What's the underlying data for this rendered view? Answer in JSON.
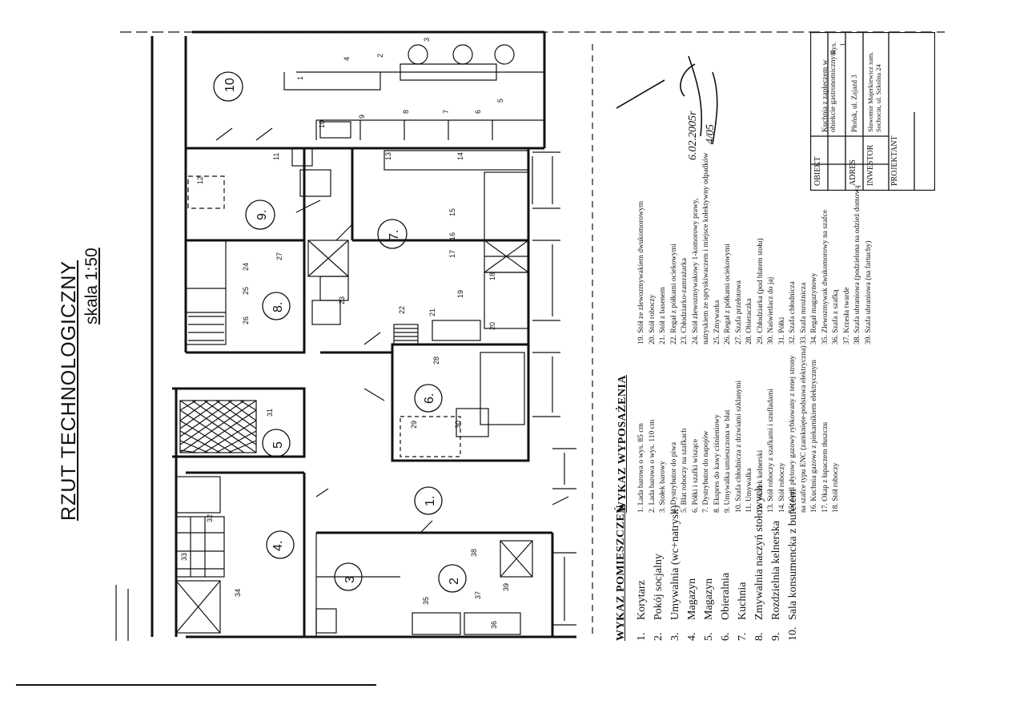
{
  "drawing": {
    "title": "RZUT TECHNOLOGICZNY",
    "scale": "skala 1:50",
    "equipment_marks": [
      "1",
      "2",
      "3",
      "4",
      "5",
      "6",
      "7",
      "8",
      "9",
      "10",
      "11",
      "12",
      "13",
      "14",
      "15",
      "16",
      "17",
      "18",
      "19",
      "20",
      "21",
      "22",
      "23",
      "24",
      "25",
      "26",
      "27",
      "28",
      "29",
      "30",
      "31",
      "32",
      "33",
      "34",
      "35",
      "36",
      "37",
      "38",
      "39"
    ],
    "room_marks": [
      "1.",
      "2",
      "3",
      "4.",
      "5",
      "6.",
      "7.",
      "8.",
      "9.",
      "10"
    ]
  },
  "rooms": {
    "heading": "WYKAZ POMIESZCZEŃ",
    "items": [
      {
        "no": "1.",
        "name": "Korytarz"
      },
      {
        "no": "2.",
        "name": "Pokój socjalny"
      },
      {
        "no": "3.",
        "name": "Umywalnia (wc+natrysk)"
      },
      {
        "no": "4.",
        "name": "Magazyn"
      },
      {
        "no": "5.",
        "name": "Magazyn"
      },
      {
        "no": "6.",
        "name": "Obieralnia"
      },
      {
        "no": "7.",
        "name": "Kuchnia"
      },
      {
        "no": "8.",
        "name": "Zmywalnia naczyń stołowych"
      },
      {
        "no": "9.",
        "name": "Rozdzielnia kelnerska"
      },
      {
        "no": "10.",
        "name": "Sala konsumencka z bufetem"
      }
    ]
  },
  "equipment": {
    "heading": "WYKAZ WYPOSAŻENIA",
    "col1": [
      "1.  Lada barowa o wys. 85 cm",
      "2.  Lada barowa o wys. 110 cm",
      "3.  Stołek barowy",
      "4.  Dystrybutor do piwa",
      "5.  Blat roboczy na szafkach",
      "6.  Półki i szafki wiszące",
      "7.  Dystrybutor do napojów",
      "8.  Ekspres do kawy ciśnieniowy",
      "9.  Umywalka umieszczona w blat",
      "10.  Szafa chłodnicza z drzwiami szklanymi",
      "11.  Umywalka",
      "12.  Wózek kelnerski",
      "13.  Stół roboczy z szafkami i szufladami",
      "14.  Stół roboczy",
      "15.  Grill płytowy gazowy rybkowany z tenej strony",
      "      na szafce typu ENC (zamknięte-podstawa elektryczna)",
      "16.  Kuchnia gazowa z piekarnikiem elektrycznym",
      "17.  Okap z łapaczem tłuszczu",
      "18.  Stół roboczy"
    ],
    "col2": [
      "19.  Stół ze zlewozmywakiem dwukomorowym",
      "20.  Stół roboczy",
      "21.  Stół z basenem",
      "22.  Regał z półkami ociekowymi",
      "23.  Chłodziarko-zamrażarka",
      "24.  Stół zlewozmywakowy 1-komorowy prawy,",
      "      natryskiem ze spryskiwaczem i miejsce kolektywny odpadków",
      "25.  Zmywarka",
      "26.  Regał z półkami ociekowymi",
      "27.  Szafa przelotowa",
      "28.  Obieraczka",
      "29.  Chłodziarka (pod blatem stołu)",
      "30.  Naświetlacz do jaj",
      "31.  Półki",
      "32.  Szafa chłodnicza",
      "33.  Szafa mroźnicza",
      "34.  Regał magazynowy",
      "35.  Zlewozmywak dwukomorowy na szafce",
      "36.  Szafa z szafką",
      "37.  Krzesła twarde",
      "38.  Szafa ubraniowa (podzielona na odzież domową",
      "39.  Szafa ubraniowa (na fartuchy)"
    ]
  },
  "titleblock": {
    "obiekt_label": "OBIEKT",
    "obiekt_value": "Kuchnia z zapleczem w obiekcie gastronomicznym",
    "rys_label": "Rys.",
    "rys_value": "1.",
    "adres_label": "ADRES",
    "adres_value": "Płońsk, ul. Zajazd 3",
    "inwestor_label": "INWESTOR",
    "inwestor_value": "Sławomir Majerkiewicz zam. Sochocin, ul. Szkolna 24",
    "projektant_label": "PROJEKTANT"
  },
  "handwriting": {
    "date": "6.02.2005r",
    "num": "4/05"
  }
}
